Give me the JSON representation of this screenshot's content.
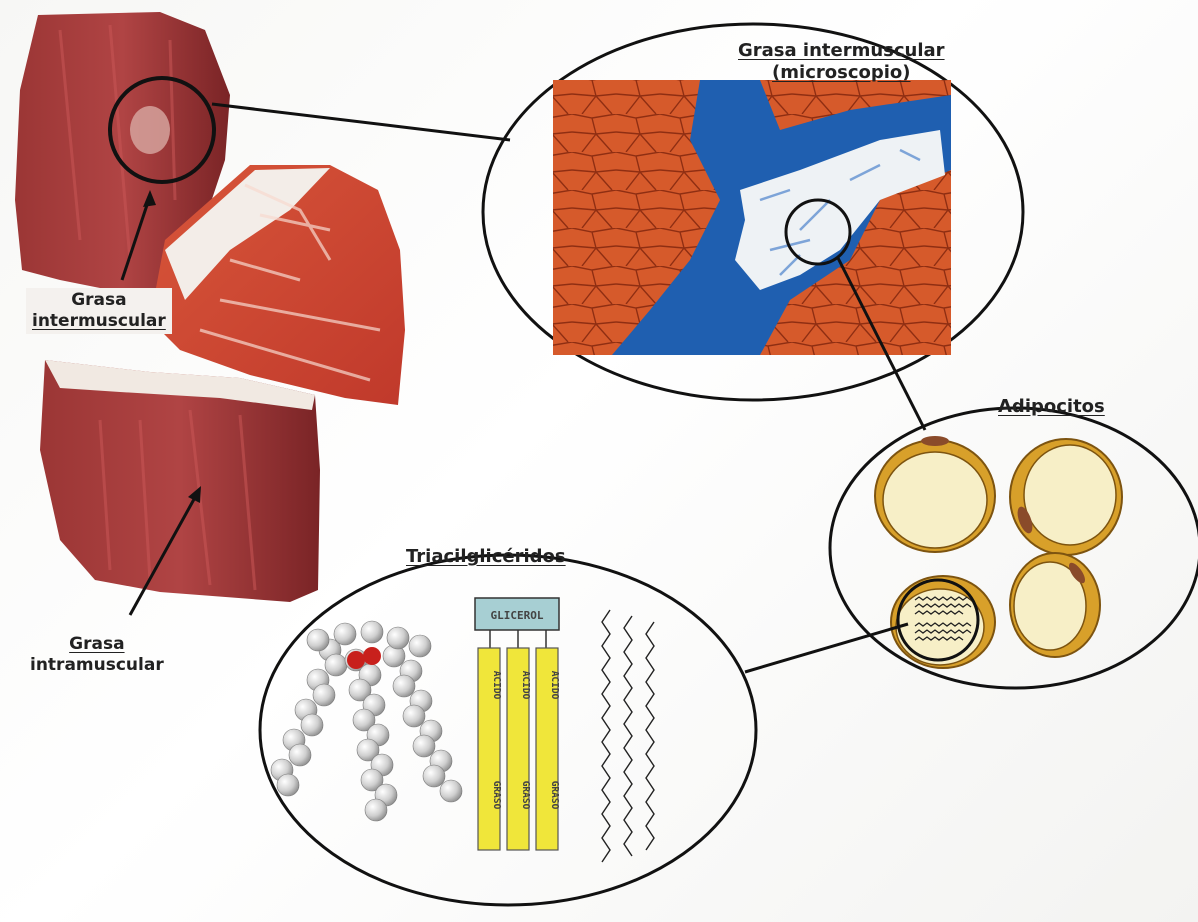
{
  "labels": {
    "grasa_intermuscular_line1": "Grasa",
    "grasa_intermuscular_line2": "intermuscular",
    "grasa_intramuscular_line1": "Grasa",
    "grasa_intramuscular_line2": "intramuscular",
    "microscope_title_line1": "Grasa intermuscular",
    "microscope_title_line2": "(microscopio)",
    "adipocitos": "Adipocitos",
    "triacilgliceridos": "Triacilglicéridos",
    "glicerol": "GLICEROL",
    "acido": "ACIDO",
    "graso": "GRASO"
  },
  "colors": {
    "outline": "#111111",
    "muscle_red": "#8e2d2c",
    "fat_white": "#efe9e4",
    "tissue_orange": "#d5582a",
    "tissue_blue": "#1f5fb0",
    "adipocyte_rim": "#d39a22",
    "adipocyte_fill": "#f7efc7",
    "glicerol_box": "#a7cfd3",
    "fatty_acid_bar": "#f0e63a"
  },
  "icons": [
    "ham-photo",
    "microscope-image",
    "adipocyte-cells",
    "triglyceride-molecule"
  ]
}
